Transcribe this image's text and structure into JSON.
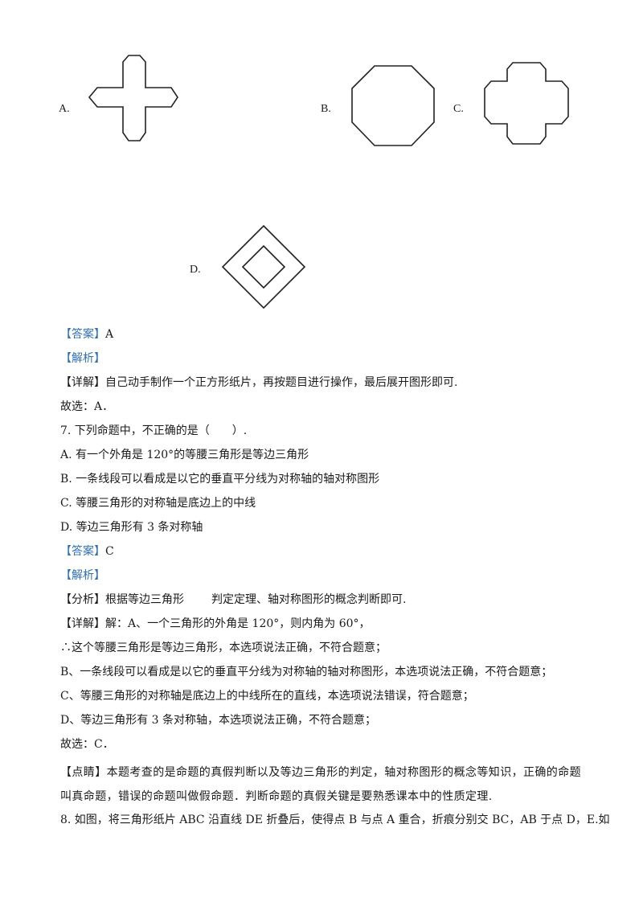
{
  "options_fig": {
    "a": "A.",
    "b": "B.",
    "c": "C.",
    "d": "D."
  },
  "q6": {
    "answer_tag": "【答案】",
    "answer": "A",
    "analysis_tag": "【解析】",
    "detail_tag": "【详解】",
    "detail": "自己动手制作一个正方形纸片，再按题目进行操作，最后展开图形即可.",
    "choose": "故选：A．"
  },
  "q7": {
    "stem": "7. 下列命题中，不正确的是（　　）.",
    "options": [
      "A. 有一个外角是 120°的等腰三角形是等边三角形",
      "B. 一条线段可以看成是以它的垂直平分线为对称轴的轴对称图形",
      "C. 等腰三角形的对称轴是底边上的中线",
      "D. 等边三角形有 3 条对称轴"
    ],
    "answer_tag": "【答案】",
    "answer": "C",
    "analysis_tag": "【解析】",
    "fenxi_tag": "【分析】",
    "fenxi_a": "根据等边三角形",
    "fenxi_b": "判定定理、轴对称图形的概念判断即可.",
    "detail_tag": "【详解】",
    "detail_1": "解：A、一个三角形的外角是 120°，则内角为 60°，",
    "detail_2": "∴这个等腰三角形是等边三角形，本选项说法正确，不符合题意；",
    "detail_3": "B、一条线段可以看成是以它的垂直平分线为对称轴的轴对称图形，本选项说法正确，不符合题意；",
    "detail_4": "C、等腰三角形的对称轴是底边上的中线所在的直线，本选项说法错误，符合题意；",
    "detail_5": "D、等边三角形有 3 条对称轴，本选项说法正确，不符合题意；",
    "choose": "故选：C．",
    "comment_tag": "【点睛】",
    "comment": "本题考查的是命题的真假判断以及等边三角形的判定，轴对称图形的概念等知识，正确的命题叫真命题，错误的命题叫做假命题．判断命题的真假关键是要熟悉课本中的性质定理."
  },
  "q8": {
    "stem": "8. 如图，将三角形纸片 ABC 沿直线 DE 折叠后，使得点 B 与点 A 重合，折痕分别交 BC，AB 于点 D，E.如"
  }
}
